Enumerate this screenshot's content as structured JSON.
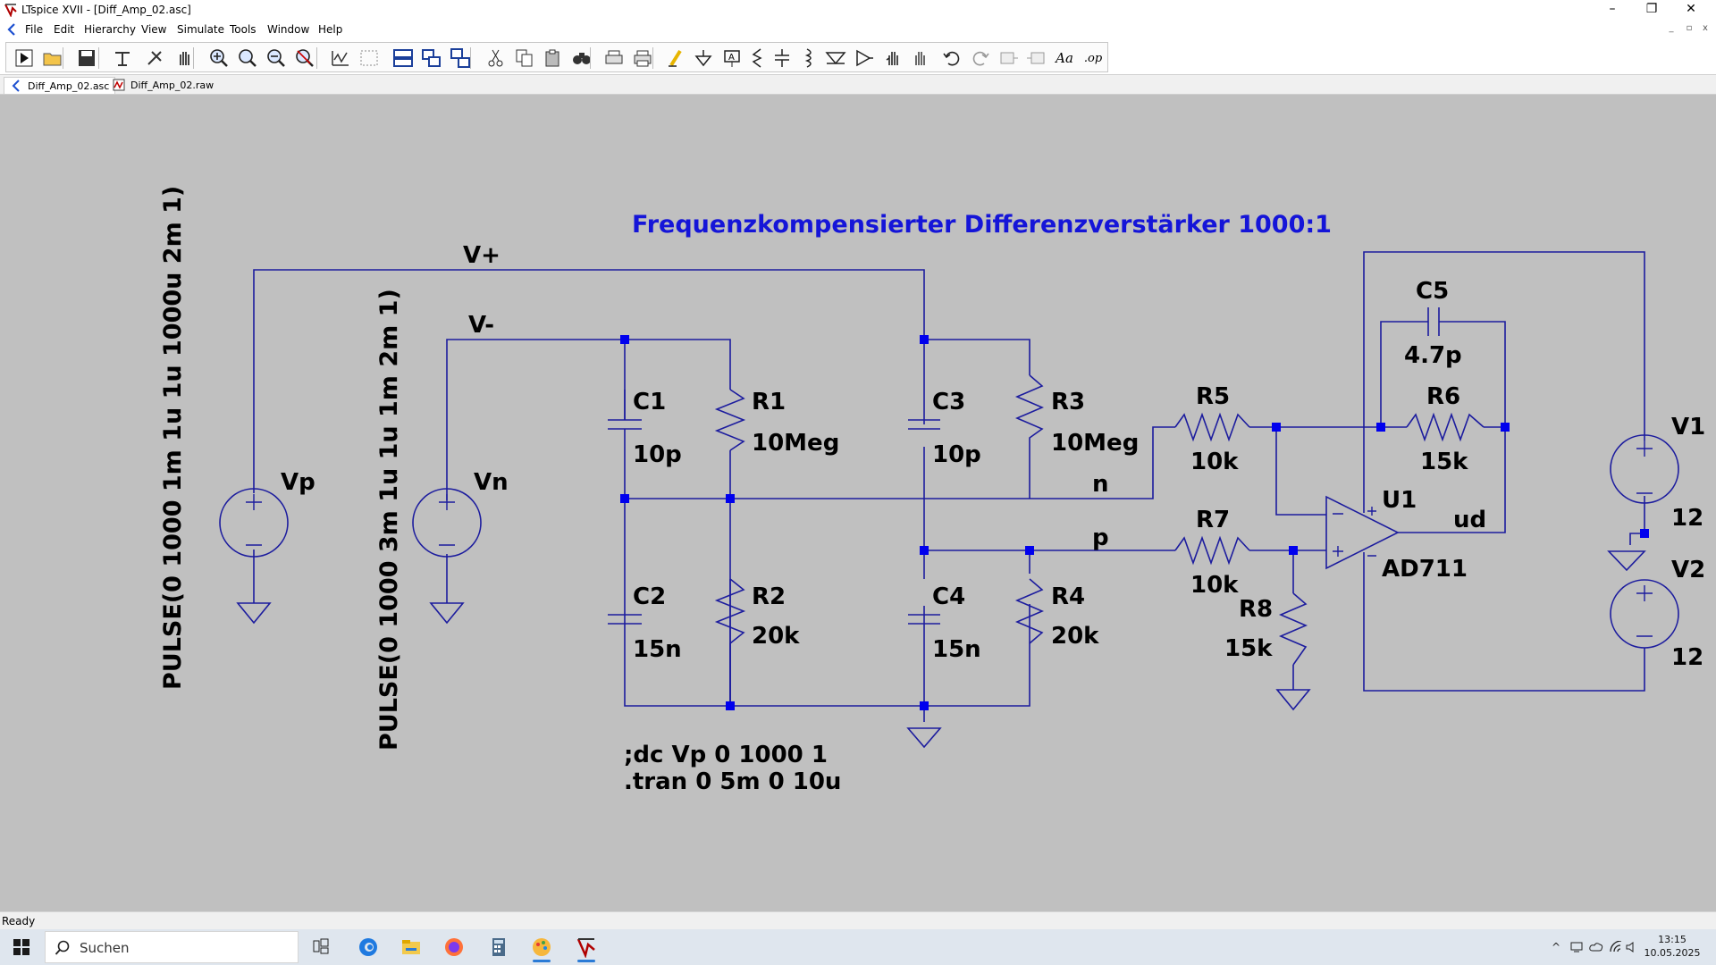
{
  "window": {
    "title": "LTspice XVII - [Diff_Amp_02.asc]",
    "minimize_glyph": "–",
    "maximize_glyph": "❐",
    "close_glyph": "✕",
    "mdi_minimize_glyph": "_",
    "mdi_restore_glyph": "▫",
    "mdi_close_glyph": "x"
  },
  "menu": {
    "items": [
      {
        "label": "File"
      },
      {
        "label": "Edit"
      },
      {
        "label": "Hierarchy"
      },
      {
        "label": "View"
      },
      {
        "label": "Simulate"
      },
      {
        "label": "Tools"
      },
      {
        "label": "Window"
      },
      {
        "label": "Help"
      }
    ]
  },
  "toolbar": {
    "buttons": [
      {
        "icon": "run-icon"
      },
      {
        "icon": "open-icon"
      },
      {
        "icon": "save-icon"
      },
      {
        "icon": "control-panel-icon"
      },
      {
        "icon": "halt-icon"
      },
      {
        "icon": "pan-icon"
      },
      {
        "icon": "zoom-in-icon"
      },
      {
        "icon": "zoom-fit-icon"
      },
      {
        "icon": "zoom-out-icon"
      },
      {
        "icon": "zoom-cancel-icon"
      },
      {
        "icon": "autorange-icon"
      },
      {
        "icon": "cursor-icon"
      },
      {
        "icon": "tile-horizontal-icon"
      },
      {
        "icon": "tile-vertical-icon"
      },
      {
        "icon": "cascade-icon"
      },
      {
        "icon": "cut-icon"
      },
      {
        "icon": "copy-icon"
      },
      {
        "icon": "paste-icon"
      },
      {
        "icon": "find-icon"
      },
      {
        "icon": "print-setup-icon"
      },
      {
        "icon": "print-icon"
      },
      {
        "icon": "draw-wire-icon"
      },
      {
        "icon": "ground-icon"
      },
      {
        "icon": "label-net-icon"
      },
      {
        "icon": "resistor-icon"
      },
      {
        "icon": "capacitor-icon"
      },
      {
        "icon": "inductor-icon"
      },
      {
        "icon": "diode-icon"
      },
      {
        "icon": "component-icon"
      },
      {
        "icon": "move-icon"
      },
      {
        "icon": "drag-icon"
      },
      {
        "icon": "undo-icon"
      },
      {
        "icon": "redo-icon"
      },
      {
        "icon": "rotate-icon"
      },
      {
        "icon": "mirror-icon"
      },
      {
        "icon": "text-icon"
      },
      {
        "icon": "spice-directive-icon"
      }
    ],
    "text_button_label": "Aa",
    "spice_button_label": ".op"
  },
  "tabs": [
    {
      "label": "Diff_Amp_02.asc",
      "active": true
    },
    {
      "label": "Diff_Amp_02.raw",
      "active": false
    }
  ],
  "schematic": {
    "title": "Frequenzkompensierter Differenzverstärker 1000:1",
    "colors": {
      "background": "#c0c0c0",
      "wire": "#1c1c9e",
      "junction": "#0000ee",
      "title": "#1515d8",
      "label": "#000000"
    },
    "nets": {
      "vplus": "V+",
      "vminus": "V-",
      "n": "n",
      "p": "p",
      "ud": "ud"
    },
    "sources": {
      "vp": {
        "name": "Vp",
        "value": "PULSE(0 1000 1m 1u 1u 1000u 2m 1)"
      },
      "vn": {
        "name": "Vn",
        "value": "PULSE(0 1000 3m 1u 1u 1m 2m 1)"
      },
      "v1": {
        "name": "V1",
        "value": "12"
      },
      "v2": {
        "name": "V2",
        "value": "12"
      }
    },
    "components": {
      "c1": {
        "name": "C1",
        "value": "10p"
      },
      "c2": {
        "name": "C2",
        "value": "15n"
      },
      "c3": {
        "name": "C3",
        "value": "10p"
      },
      "c4": {
        "name": "C4",
        "value": "15n"
      },
      "c5": {
        "name": "C5",
        "value": "4.7p"
      },
      "r1": {
        "name": "R1",
        "value": "10Meg"
      },
      "r2": {
        "name": "R2",
        "value": "20k"
      },
      "r3": {
        "name": "R3",
        "value": "10Meg"
      },
      "r4": {
        "name": "R4",
        "value": "20k"
      },
      "r5": {
        "name": "R5",
        "value": "10k"
      },
      "r6": {
        "name": "R6",
        "value": "15k"
      },
      "r7": {
        "name": "R7",
        "value": "10k"
      },
      "r8": {
        "name": "R8",
        "value": "15k"
      },
      "u1": {
        "name": "U1",
        "value": "AD711"
      }
    },
    "directives": [
      ";dc Vp 0 1000 1",
      ".tran 0 5m 0 10u"
    ]
  },
  "status": {
    "text": "Ready"
  },
  "taskbar": {
    "search_placeholder": "Suchen",
    "apps": [
      {
        "icon": "task-view-icon",
        "running": false
      },
      {
        "icon": "edge-browser-icon",
        "running": false
      },
      {
        "icon": "file-explorer-icon",
        "running": false
      },
      {
        "icon": "firefox-icon",
        "running": false
      },
      {
        "icon": "calculator-icon",
        "running": false
      },
      {
        "icon": "paint-app-icon",
        "running": true
      },
      {
        "icon": "ltspice-app-icon",
        "running": true
      }
    ],
    "tray_chevron": "^",
    "clock_time": "13:15",
    "clock_date": "10.05.2025"
  }
}
